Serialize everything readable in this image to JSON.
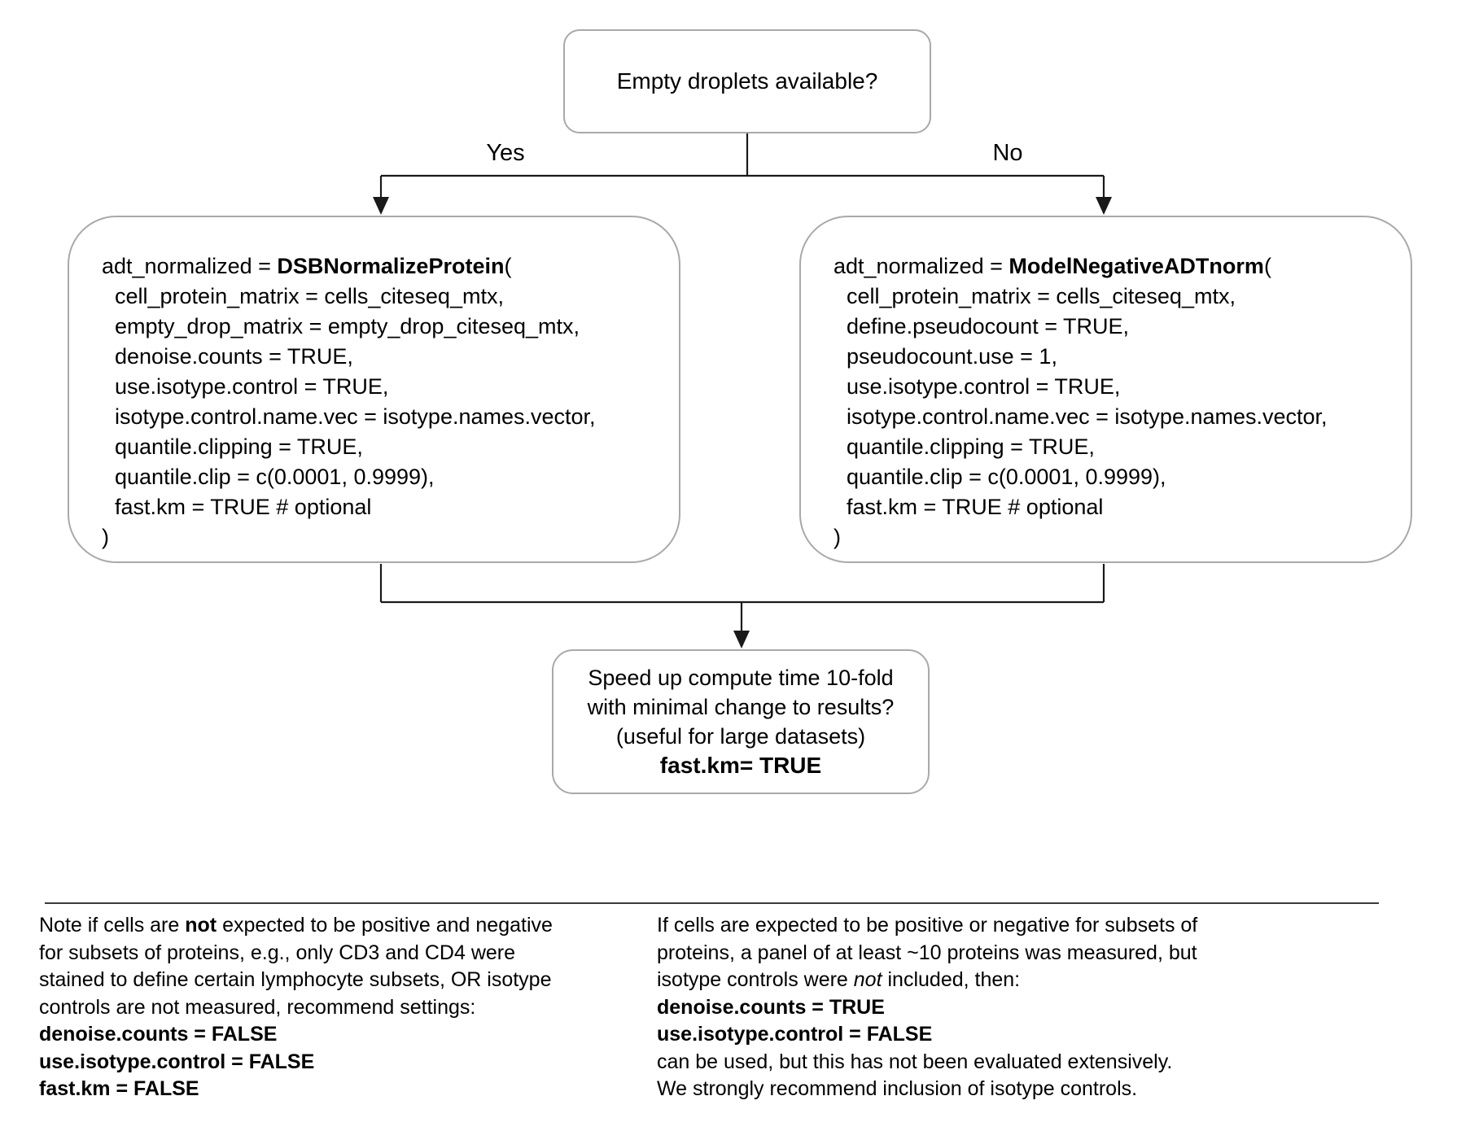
{
  "colors": {
    "background": "#ffffff",
    "text": "#000000",
    "box_border": "#a9a9a9",
    "connector": "#1a1a1a"
  },
  "diagram": {
    "top_box": {
      "question": "Empty droplets available?"
    },
    "branches": {
      "yes_label": "Yes",
      "no_label": "No"
    },
    "left_box": {
      "header_parts": [
        {
          "text": "adt_normalized = "
        },
        {
          "text": "DSBNormalizeProtein",
          "bold": true
        },
        {
          "text": "("
        }
      ],
      "params": [
        "cell_protein_matrix = cells_citeseq_mtx,",
        "empty_drop_matrix = empty_drop_citeseq_mtx,",
        "denoise.counts = TRUE,",
        "use.isotype.control = TRUE,",
        "isotype.control.name.vec = isotype.names.vector,",
        "quantile.clipping = TRUE,",
        "quantile.clip = c(0.0001, 0.9999),",
        "fast.km = TRUE # optional"
      ],
      "close": ")"
    },
    "right_box": {
      "header_parts": [
        {
          "text": "adt_normalized = "
        },
        {
          "text": "ModelNegativeADTnorm",
          "bold": true
        },
        {
          "text": "("
        }
      ],
      "params": [
        "cell_protein_matrix = cells_citeseq_mtx,",
        "define.pseudocount = TRUE,",
        "pseudocount.use = 1,",
        "use.isotype.control = TRUE,",
        "isotype.control.name.vec = isotype.names.vector,",
        "quantile.clipping = TRUE,",
        "quantile.clip = c(0.0001, 0.9999),",
        "fast.km = TRUE # optional"
      ],
      "close": ")"
    },
    "bottom_box": {
      "line1": "Speed up compute time 10-fold",
      "line2": "with minimal change to results?",
      "line3": "(useful for large datasets)",
      "line4": "fast.km= TRUE"
    }
  },
  "notes": {
    "left": {
      "line1_parts": [
        {
          "text": "Note if cells are "
        },
        {
          "text": "not",
          "bold": true
        },
        {
          "text": " expected to be positive and negative"
        }
      ],
      "line2": "for subsets of proteins, e.g., only CD3 and CD4 were",
      "line3": "stained to define certain lymphocyte subsets, OR isotype",
      "line4": "controls are not measured, recommend settings:",
      "settings": [
        "denoise.counts = FALSE",
        "use.isotype.control = FALSE",
        "fast.km = FALSE"
      ]
    },
    "right": {
      "line1": "If cells are expected to be positive or negative for subsets of",
      "line2": "proteins, a panel of at least ~10 proteins was measured, but",
      "line3_parts": [
        {
          "text": "isotype controls were "
        },
        {
          "text": "not",
          "italic": true
        },
        {
          "text": " included, then:"
        }
      ],
      "settings": [
        "denoise.counts = TRUE",
        "use.isotype.control = FALSE"
      ],
      "line6": "can be used, but this has not been evaluated extensively.",
      "line7": "We strongly recommend inclusion of isotype controls."
    }
  }
}
